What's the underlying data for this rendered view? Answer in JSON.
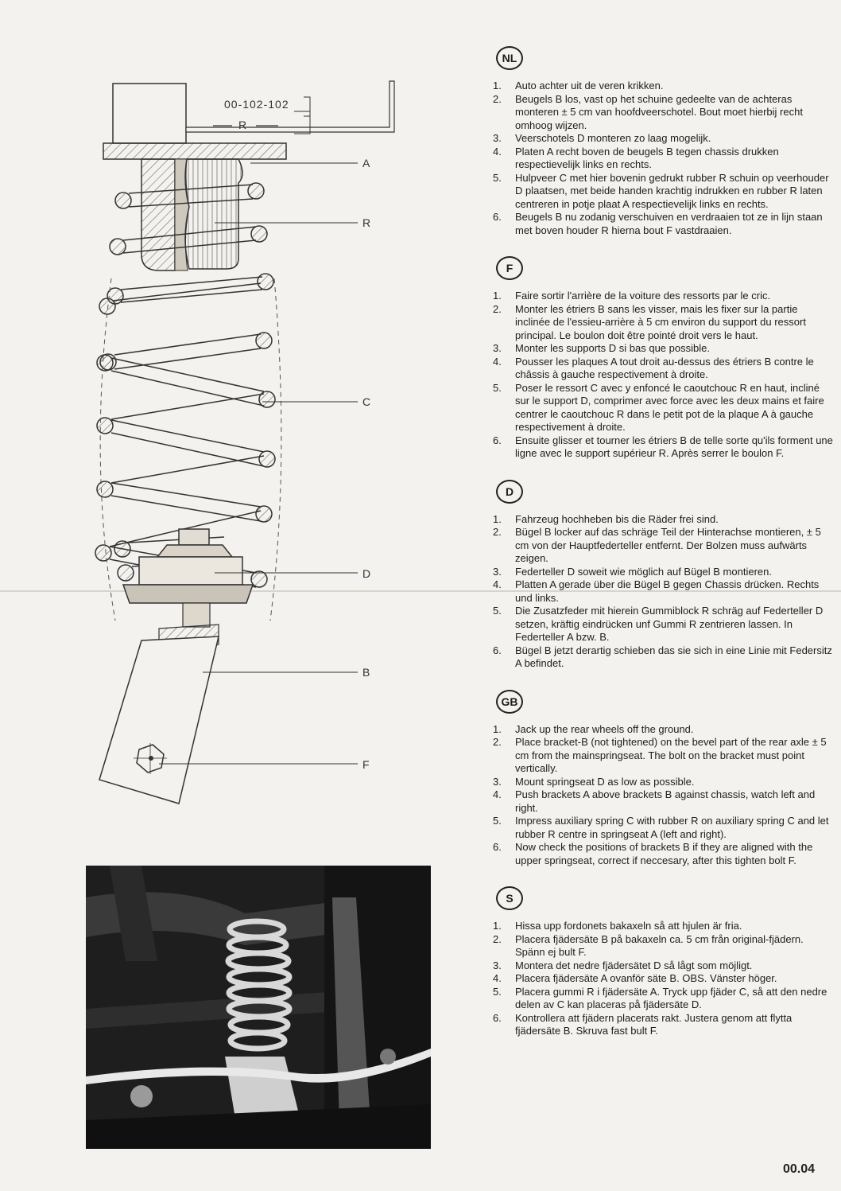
{
  "diagram": {
    "part_code": "00-102-102",
    "labels": [
      "A",
      "R",
      "C",
      "D",
      "B",
      "F"
    ],
    "r_dimension": "R"
  },
  "photo": {
    "icon": "suspension-photo"
  },
  "sections": [
    {
      "lang": "NL",
      "steps": [
        {
          "n": "1.",
          "text": "Auto achter uit de veren krikken."
        },
        {
          "n": "2.",
          "text": "Beugels B los, vast op het schuine gedeelte van de achteras monteren ± 5 cm van hoofdveerschotel. Bout moet hierbij recht omhoog wijzen."
        },
        {
          "n": "3.",
          "text": "Veerschotels D monteren zo laag mogelijk."
        },
        {
          "n": "4.",
          "text": "Platen A recht boven de beugels B tegen chassis drukken respectievelijk links en rechts."
        },
        {
          "n": "5.",
          "text": "Hulpveer C met hier bovenin gedrukt rubber R schuin op veerhouder D plaatsen, met beide handen krachtig indrukken en rubber R laten centreren in potje plaat A respectievelijk links en rechts."
        },
        {
          "n": "6.",
          "text": "Beugels B nu zodanig verschuiven en verdraaien tot ze in lijn staan met boven houder R hierna bout F vastdraaien."
        }
      ]
    },
    {
      "lang": "F",
      "steps": [
        {
          "n": "1.",
          "text": "Faire sortir l'arrière de la voiture des ressorts par le cric."
        },
        {
          "n": "2.",
          "text": "Monter les étriers B sans les visser, mais les fixer sur la partie inclinée de l'essieu-arrière à 5 cm environ du support du ressort principal. Le boulon doit être pointé droit vers le haut."
        },
        {
          "n": "3.",
          "text": "Monter les supports D si bas que possible."
        },
        {
          "n": "4.",
          "text": "Pousser les plaques A tout droit au-dessus des étriers B contre le châssis à gauche respectivement à droite."
        },
        {
          "n": "5.",
          "text": "Poser le ressort C avec y enfoncé le caoutchouc R en haut, incliné sur le support D, comprimer avec force avec les deux mains et faire centrer le caoutchouc R dans le petit pot de la plaque A à gauche respectivement à droite."
        },
        {
          "n": "6.",
          "text": "Ensuite glisser et tourner les étriers B de telle sorte qu'ils forment une ligne avec le support supérieur R. Après serrer le boulon F."
        }
      ]
    },
    {
      "lang": "D",
      "steps": [
        {
          "n": "1.",
          "text": "Fahrzeug hochheben bis die Räder frei sind."
        },
        {
          "n": "2.",
          "text": "Bügel B locker auf das schräge Teil der Hinterachse montieren, ± 5 cm von der Hauptfederteller entfernt. Der Bolzen muss aufwärts zeigen."
        },
        {
          "n": "3.",
          "text": "Federteller D soweit wie möglich auf Bügel B montieren."
        },
        {
          "n": "4.",
          "text": "Platten A gerade über die Bügel B gegen Chassis drücken. Rechts und links."
        },
        {
          "n": "5.",
          "text": "Die Zusatzfeder mit hierein Gummiblock R schräg auf Federteller D setzen, kräftig eindrücken unf Gummi R zentrieren lassen. In Federteller A bzw. B."
        },
        {
          "n": "6.",
          "text": "Bügel B jetzt derartig schieben das sie sich in eine Linie mit Federsitz A befindet."
        }
      ]
    },
    {
      "lang": "GB",
      "steps": [
        {
          "n": "1.",
          "text": "Jack up the rear wheels off the ground."
        },
        {
          "n": "2.",
          "text": "Place bracket-B (not tightened) on the bevel part of the rear axle ± 5 cm from the mainspringseat. The bolt on the bracket must point vertically."
        },
        {
          "n": "3.",
          "text": "Mount springseat D as low as possible."
        },
        {
          "n": "4.",
          "text": "Push brackets A above brackets B against chassis, watch left and right."
        },
        {
          "n": "5.",
          "text": "Impress auxiliary spring C with rubber R on auxiliary spring C and let rubber R centre in springseat A (left and right)."
        },
        {
          "n": "6.",
          "text": "Now check the positions of brackets B if they are aligned with the upper springseat, correct if neccesary, after this tighten bolt F."
        }
      ]
    },
    {
      "lang": "S",
      "steps": [
        {
          "n": "1.",
          "text": "Hissa upp fordonets bakaxeln så att hjulen är fria."
        },
        {
          "n": "2.",
          "text": "Placera fjädersäte B på bakaxeln ca. 5 cm från original-fjädern. Spänn ej bult F."
        },
        {
          "n": "3.",
          "text": "Montera det nedre fjädersätet D så lågt som möjligt."
        },
        {
          "n": "4.",
          "text": "Placera fjädersäte A ovanför säte B. OBS. Vänster höger."
        },
        {
          "n": "5.",
          "text": "Placera gummi R i fjädersäte A. Tryck upp fjäder C, så att den nedre delen av C kan placeras på fjädersäte D."
        },
        {
          "n": "6.",
          "text": "Kontrollera att fjädern placerats rakt. Justera genom att flytta fjädersäte B. Skruva fast bult F."
        }
      ]
    }
  ],
  "page_number": "00.04"
}
